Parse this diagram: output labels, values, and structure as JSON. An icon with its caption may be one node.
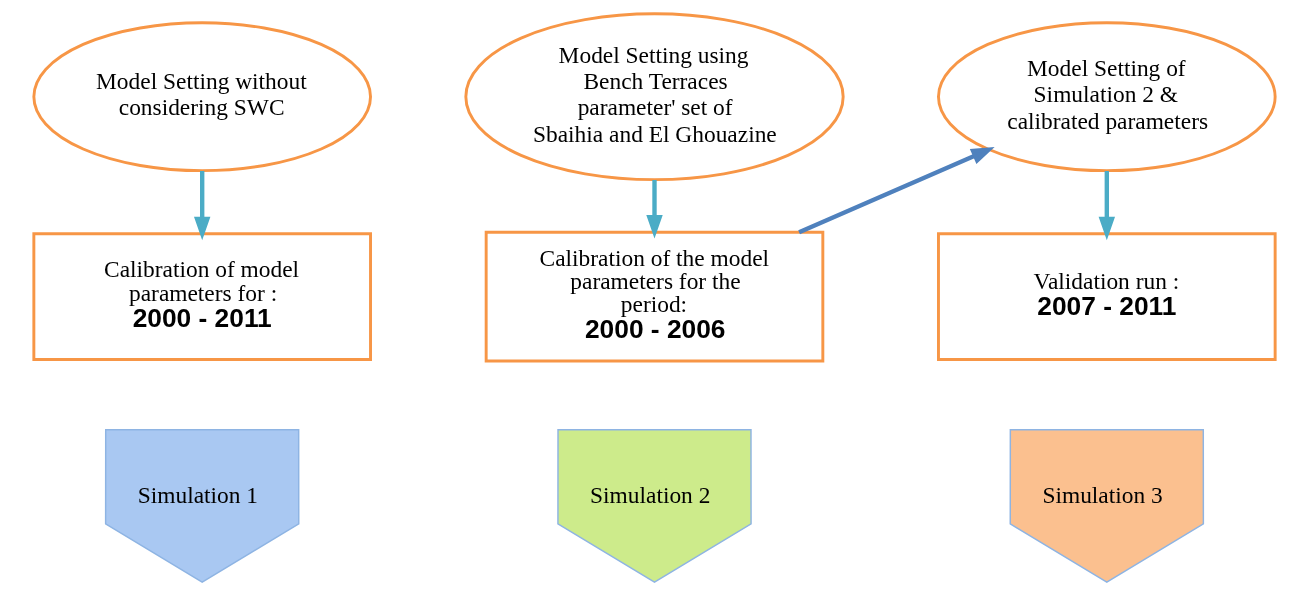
{
  "diagram": {
    "nodes": [
      {
        "text": [
          "Model Setting without considering SWC"
        ]
      },
      {
        "text": [
          "Calibration of model parameters for :",
          "2000 - 2011"
        ]
      },
      {
        "text": [
          "Simulation 1"
        ]
      },
      {
        "text": [
          "Model Setting using Bench Terraces parameter' set of Sbaihia and El Ghouazine"
        ]
      },
      {
        "text": [
          "Calibration of the model parameters for the period:",
          "2000 - 2006"
        ]
      },
      {
        "text": [
          "Simulation 2"
        ]
      },
      {
        "text": [
          "Model Setting of Simulation 2 & calibrated parameters"
        ]
      },
      {
        "text": [
          "Validation run :",
          "2007 - 2011"
        ]
      },
      {
        "text": [
          "Simulation 3"
        ]
      }
    ],
    "edges": [
      {
        "from": 0,
        "to": 1,
        "arrow": "to"
      },
      {
        "from": 3,
        "to": 4,
        "arrow": "to"
      },
      {
        "from": 4,
        "to": 6,
        "arrow": "to",
        "color": "#4f81bd"
      },
      {
        "from": 6,
        "to": 7,
        "arrow": "to"
      }
    ]
  }
}
